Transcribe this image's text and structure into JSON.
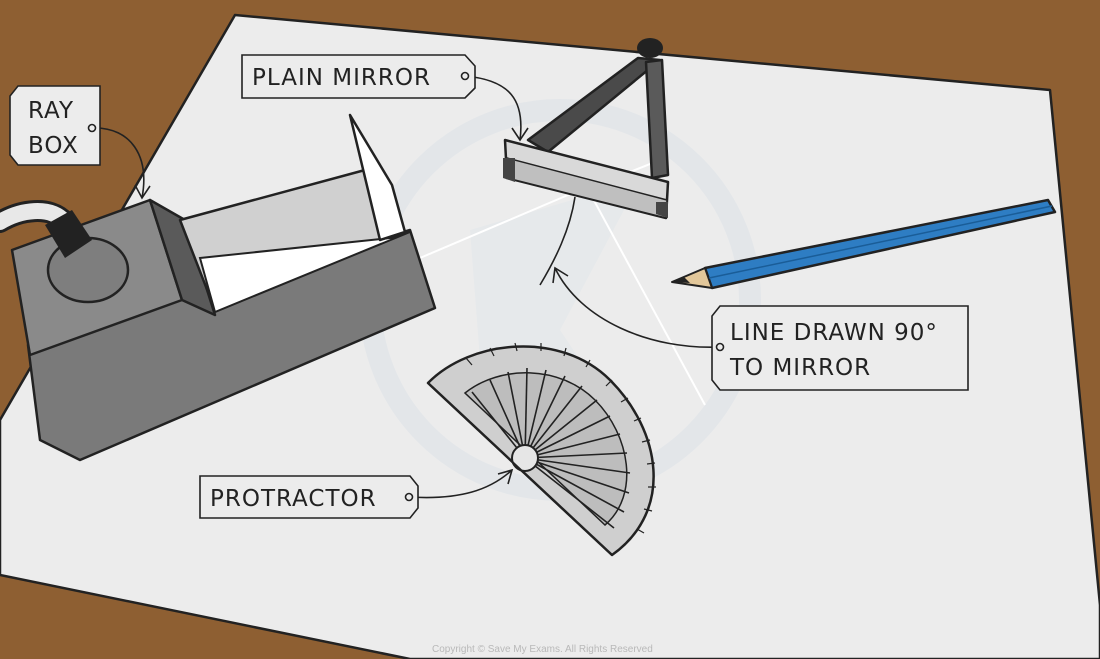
{
  "labels": {
    "ray_box_line1": "RAY",
    "ray_box_line2": "BOX",
    "plain_mirror": "PLAIN  MIRROR",
    "line_drawn_line1": "LINE  DRAWN  90°",
    "line_drawn_line2": "TO  MIRROR",
    "protractor": "PROTRACTOR"
  },
  "footer": {
    "copyright": "Copyright © Save My Exams. All Rights Reserved"
  },
  "colors": {
    "table": "#8e5f32",
    "paper": "#ececec",
    "pencil": "#2e7dc3",
    "ray_box": "#8a8a8a",
    "ink": "#222222"
  }
}
